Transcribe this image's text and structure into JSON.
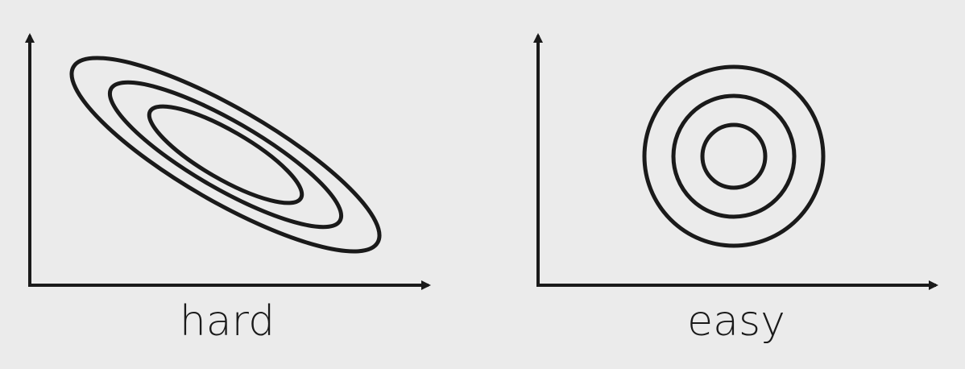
{
  "colors": {
    "background": "#ebebeb",
    "stroke": "#1a1a1a"
  },
  "panels": [
    {
      "label": "hard",
      "contour_shape": "elongated-tilted-ellipses",
      "contour_count": 3
    },
    {
      "label": "easy",
      "contour_shape": "concentric-circles",
      "contour_count": 3
    }
  ]
}
